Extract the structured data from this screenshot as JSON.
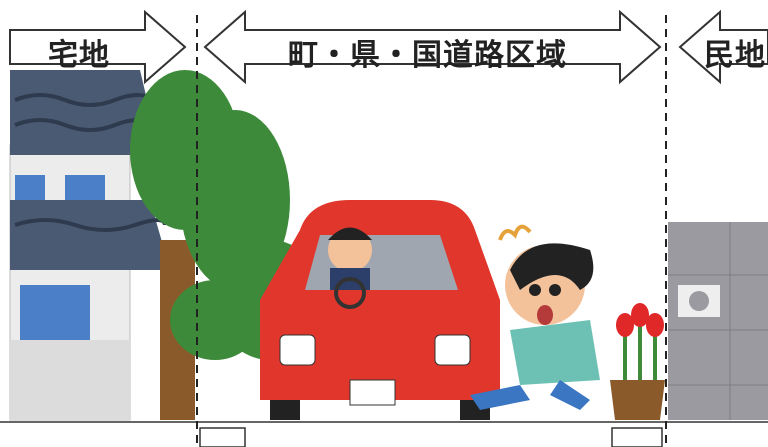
{
  "zones": {
    "left": "宅地",
    "middle": "町・県・国道路区域",
    "right": "民地"
  },
  "colors": {
    "roof": "#4a5a72",
    "wall": "#ececec",
    "car": "#e0362c",
    "tree": "#3d8a3a",
    "trunk": "#8a5a2a",
    "wall_block": "#9a9aa0",
    "shirt": "#6cc0b4",
    "tulip": "#e02828"
  }
}
